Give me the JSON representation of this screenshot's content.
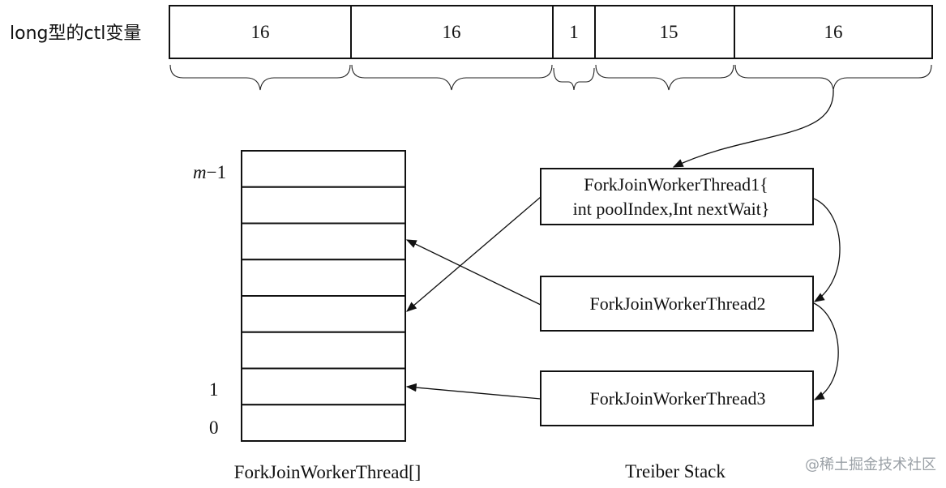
{
  "ctl": {
    "label": "long型的ctl变量",
    "fields": [
      "16",
      "16",
      "1",
      "15",
      "16"
    ]
  },
  "array": {
    "title": "ForkJoinWorkerThread[]",
    "index_labels": {
      "top_prefix": "m",
      "top_suffix": "−1",
      "one": "1",
      "zero": "0"
    },
    "slot_count": 8
  },
  "stack": {
    "title": "Treiber Stack",
    "thread1": {
      "line1": "ForkJoinWorkerThread1{",
      "line2": "int poolIndex,Int nextWait}"
    },
    "thread2": "ForkJoinWorkerThread2",
    "thread3": "ForkJoinWorkerThread3"
  },
  "watermark": "@稀土掘金技术社区"
}
